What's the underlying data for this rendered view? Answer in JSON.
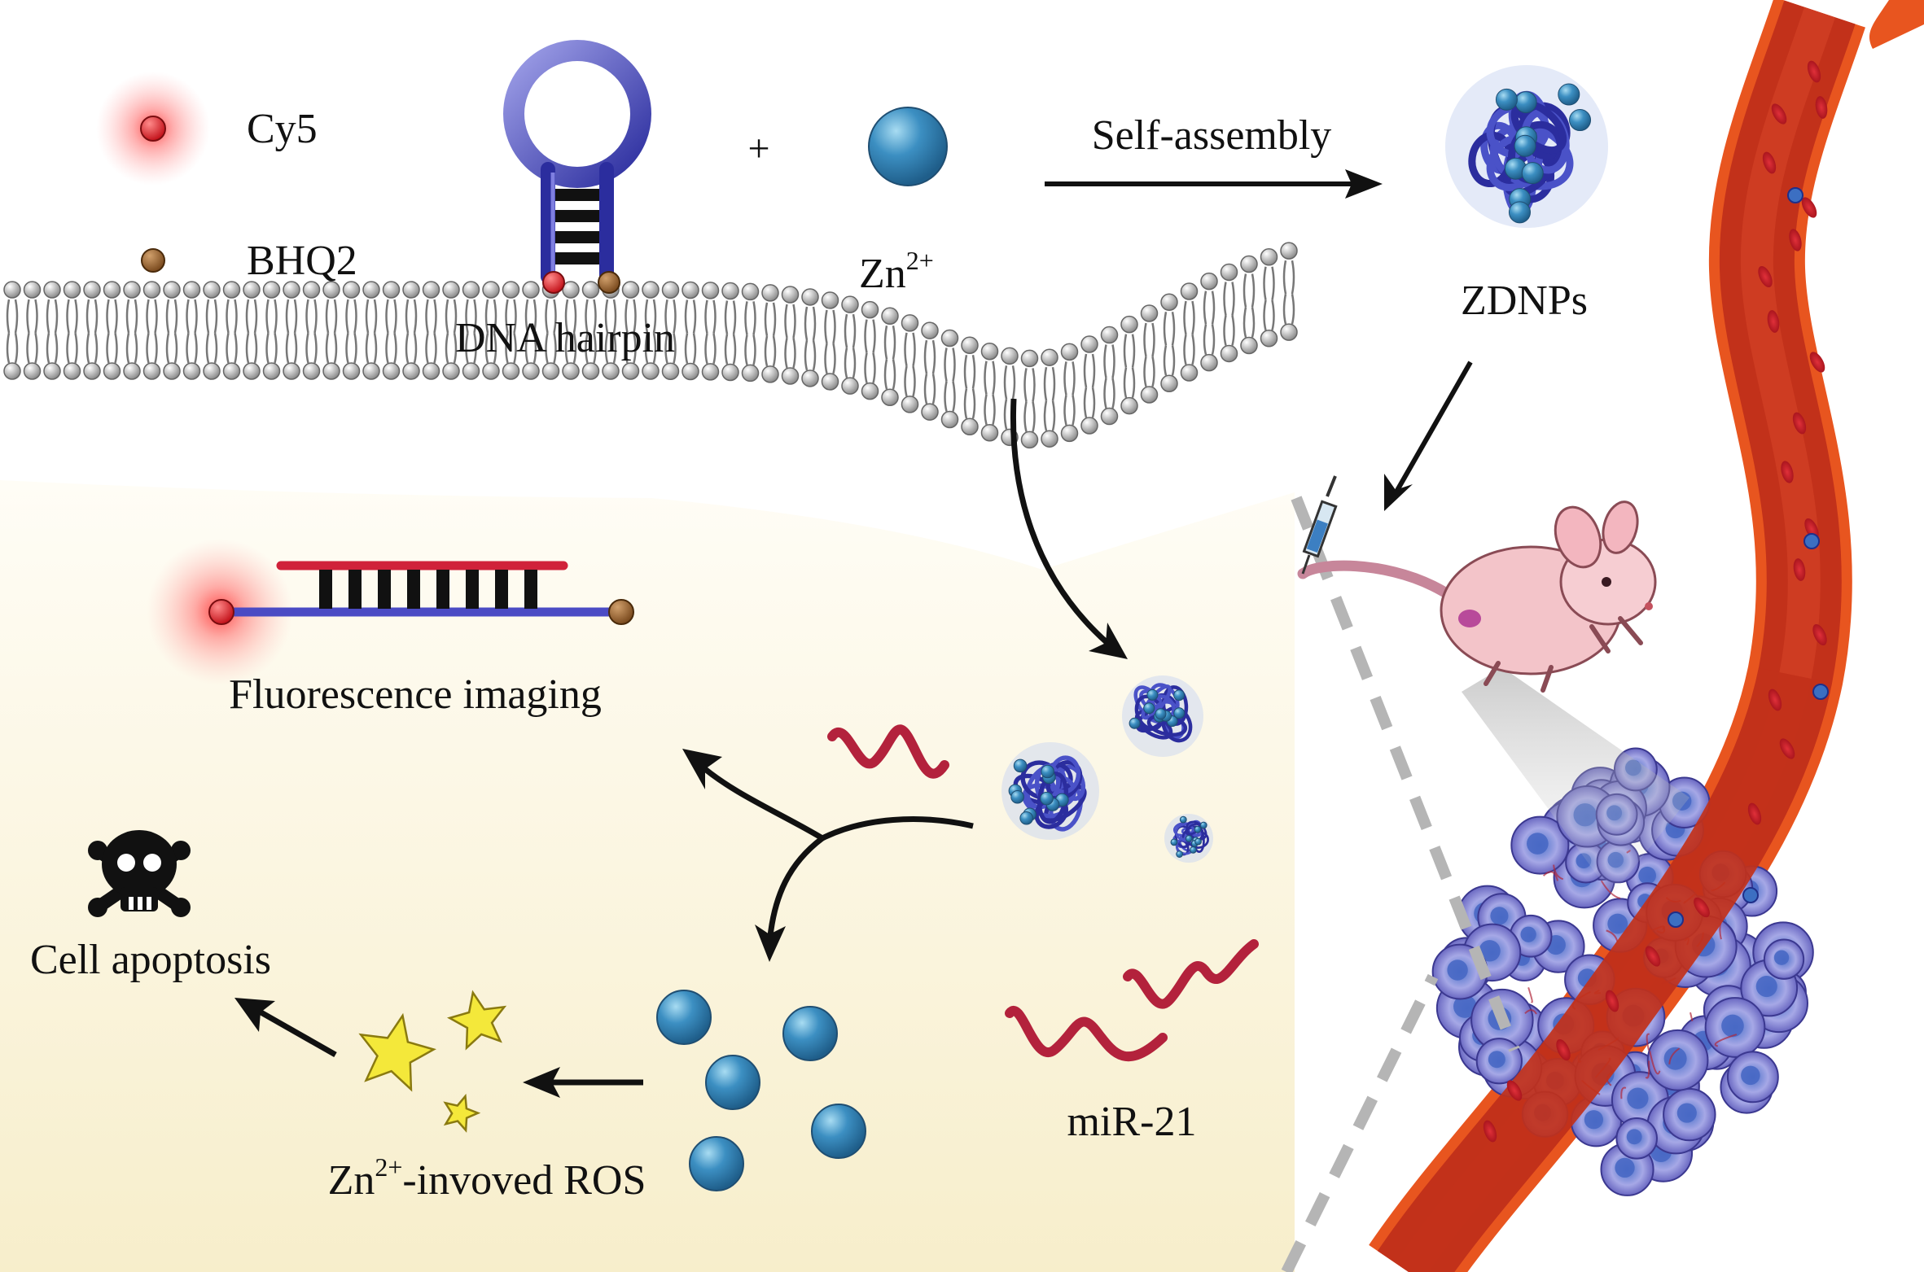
{
  "legend": {
    "fluorophore": "Cy5",
    "quencher": "BHQ2"
  },
  "assembly": {
    "hairpin_label": "DNA hairpin",
    "plus": "+",
    "ion_base": "Zn",
    "ion_charge": "2+",
    "arrow_label": "Self-assembly",
    "product_label": "ZDNPs"
  },
  "cell": {
    "fluorescence_label": "Fluorescence imaging",
    "apoptosis_label": "Cell apoptosis",
    "ros_ion_base": "Zn",
    "ros_ion_charge": "2+",
    "ros_label_suffix": "-invoved ROS",
    "mirna_label": "miR-21"
  },
  "colors": {
    "cy5": "#d91e2a",
    "bhq2": "#8a5a2b",
    "dna_blue": "#2b2d9e",
    "dna_red": "#d0223a",
    "zinc": "#2f7fb0",
    "vessel": "#c9341e",
    "mirna": "#b3223c"
  }
}
